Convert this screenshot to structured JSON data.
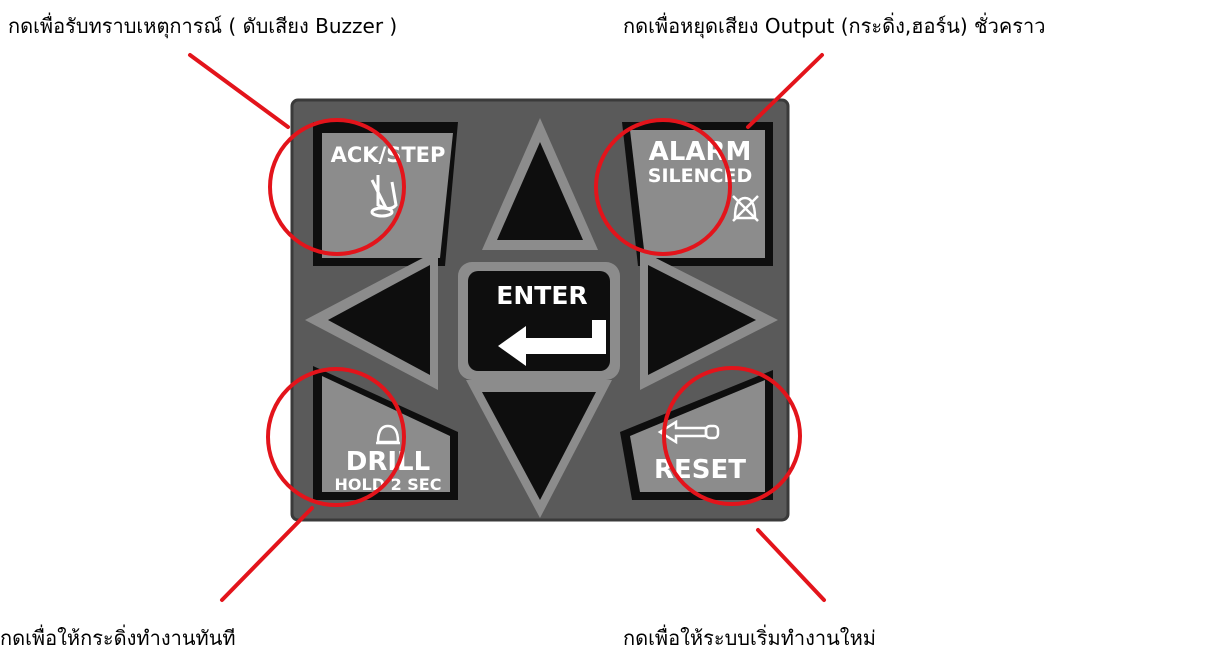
{
  "annotations": {
    "ack": "กดเพื่อรับทราบเหตุการณ์ ( ดับเสียง Buzzer )",
    "alarm_silenced": "กดเพื่อหยุดเสียง Output (กระดิ่ง,ฮอร์น) ชั่วคราว",
    "drill": "กดเพื่อให้กระดิ่งทำงานทันที",
    "reset": "กดเพื่อให้ระบบเริ่มทำงานใหม่"
  },
  "keypad": {
    "ack_label": "ACK/STEP",
    "alarm_label_line1": "ALARM",
    "alarm_label_line2": "SILENCED",
    "enter_label": "ENTER",
    "drill_label_line1": "DRILL",
    "drill_label_line2": "HOLD 2 SEC",
    "reset_label": "RESET"
  },
  "colors": {
    "panel": "#5a5a5a",
    "key_face": "#8c8c8c",
    "key_dark": "#111111",
    "highlight_ring": "#e3141b",
    "pointer_line": "#e3141b"
  },
  "icons": {
    "ack": "buzzer-silence-icon",
    "alarm": "bell-crossed-icon",
    "drill": "bell-icon",
    "reset": "reset-arrow-icon",
    "enter": "enter-arrow-icon"
  }
}
